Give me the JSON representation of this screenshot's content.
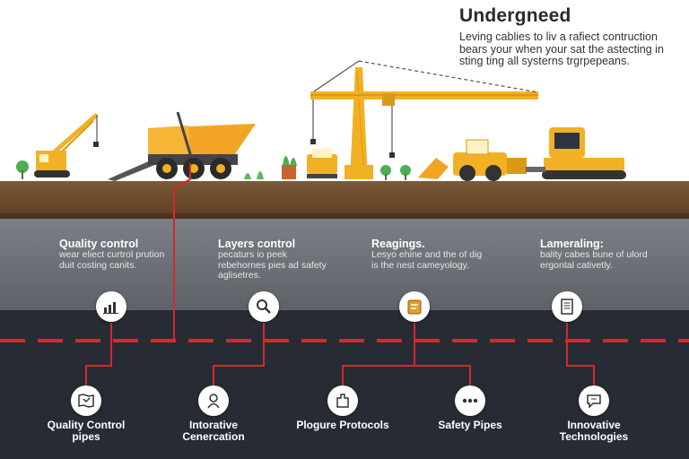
{
  "header": {
    "title": "Undergneed",
    "subtitle": "Leving cablies to liv a rafiect contruction bears your when your sat the astecting in sting ting all systerns trgrpepeans."
  },
  "layers": [
    {
      "title": "Quality control",
      "desc": "wear eliect curtrol prution duit costing canits."
    },
    {
      "title": "Layers control",
      "desc": "pecaturs io peek rebehornes pies ad safety aglisetres."
    },
    {
      "title": "Reagings.",
      "desc": "Lesyo ehine and the of dig is the nest cameyology."
    },
    {
      "title": "Lameraling:",
      "desc": "bality cabes bune of ulord ergontal cativetly."
    }
  ],
  "bottom_items": [
    {
      "label": "Quality Control pipes",
      "icon": "map-icon"
    },
    {
      "label": "Intorative Cenercation",
      "icon": "worker-icon"
    },
    {
      "label": "Plogure Protocols",
      "icon": "shield-icon"
    },
    {
      "label": "Safety Pipes",
      "icon": "more-dots-icon"
    },
    {
      "label": "Innovative Technologies",
      "icon": "chat-icon"
    }
  ],
  "colors": {
    "accent_red": "#d62828",
    "machine_yellow": "#f2b124",
    "ground_brown": "#6b4a2c",
    "dark_band": "#272b33"
  }
}
